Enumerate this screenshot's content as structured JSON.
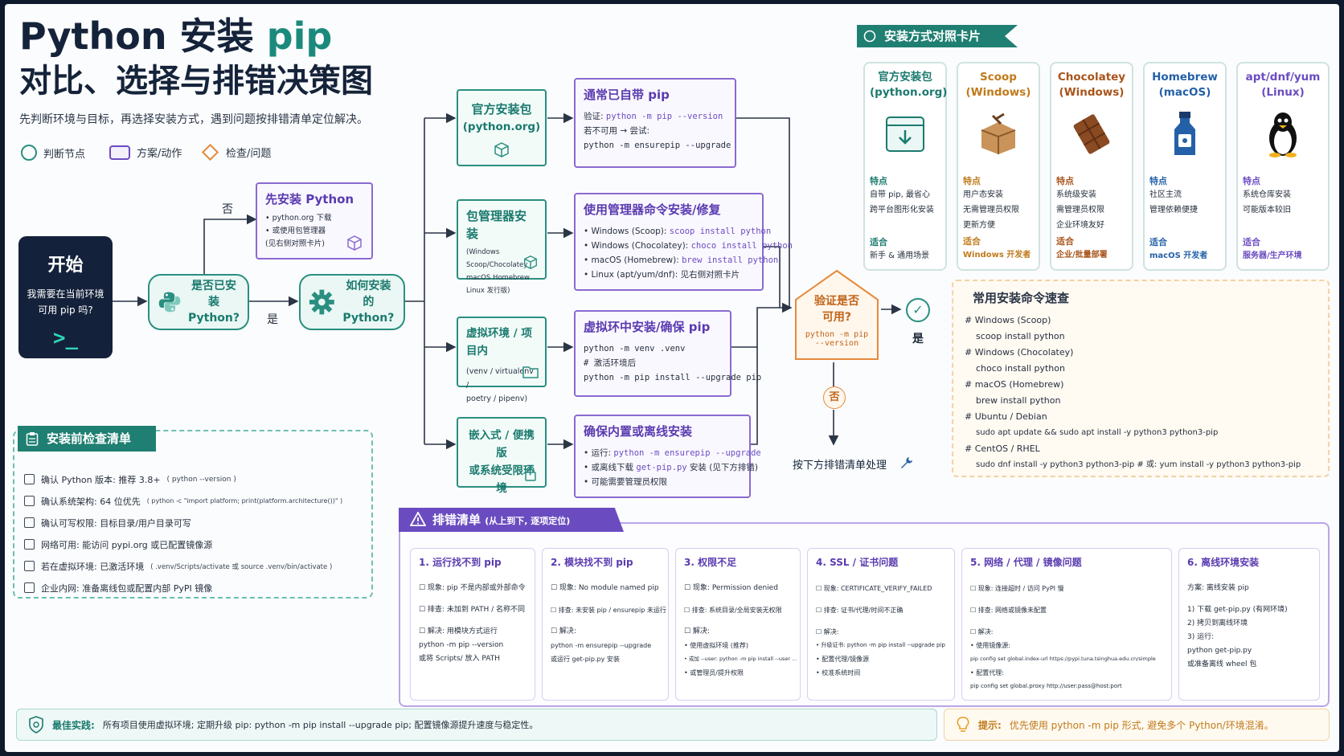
{
  "header": {
    "title_prefix": "Python 安装 ",
    "title_pip": "pip",
    "title_line2": "对比、选择与排错决策图",
    "subtitle": "先判断环境与目标，再选择安装方式，遇到问题按排错清单定位解决。",
    "legend": [
      {
        "icon": "circle-icon",
        "label": "判断节点"
      },
      {
        "icon": "rect-icon",
        "label": "方案/动作"
      },
      {
        "icon": "diamond-icon",
        "label": "检查/问题"
      }
    ]
  },
  "colors": {
    "teal": "#2a8f80",
    "purple": "#6b4cc0",
    "orange": "#e58a3c",
    "navy": "#14213a"
  },
  "flow": {
    "start": {
      "title": "开始",
      "question_l1": "我需要在当前环境",
      "question_l2": "可用 pip 吗?",
      "prompt": ">_"
    },
    "node_installed": {
      "l1": "是否已安装",
      "l2": "Python?"
    },
    "label_no": "否",
    "label_yes": "是",
    "node_how": {
      "l1": "如何安装的",
      "l2": "Python?"
    },
    "first_install": {
      "title": "先安装 Python",
      "items": [
        "• python.org 下载",
        "• 或使用包管理器",
        "(见右侧对照卡片)"
      ]
    },
    "methods": [
      {
        "title_l1": "官方安装包",
        "title_l2": "(python.org)",
        "sub": []
      },
      {
        "title_l1": "包管理器安装",
        "title_l2": "",
        "sub": [
          "(Windows Scoop/Chocolatey",
          "macOS Homebrew",
          "Linux 发行版)"
        ]
      },
      {
        "title_l1": "虚拟环境 / 项目内",
        "title_l2": "",
        "sub": [
          "(venv / virtualenv /",
          "poetry / pipenv)"
        ]
      },
      {
        "title_l1": "嵌入式 / 便携版",
        "title_l2": "或系统受限环境",
        "sub": []
      }
    ],
    "actions": [
      {
        "title": "通常已自带 pip",
        "l1_pre": "验证:  ",
        "l1_code": "python -m pip --version",
        "l2": "若不可用  →  尝试:",
        "l3_code": "python -m ensurepip --upgrade"
      },
      {
        "title": "使用管理器命令安装/修复",
        "rows": [
          {
            "pre": "• Windows (Scoop):  ",
            "code": "scoop install python"
          },
          {
            "pre": "• Windows (Chocolatey):  ",
            "code": "choco install python"
          },
          {
            "pre": "• macOS (Homebrew):  ",
            "code": "brew install python"
          },
          {
            "pre": "• Linux (apt/yum/dnf):  见右侧对照卡片",
            "code": ""
          }
        ]
      },
      {
        "title": "虚拟环中安装/确保 pip",
        "l1_code": "python -m venv .venv",
        "l2_code": "# 激活环境后",
        "l3_code": "python -m pip install --upgrade pip"
      },
      {
        "title": "确保内置或离线安装",
        "rows": [
          {
            "pre": "• 运行:  ",
            "code": "python -m ensurepip --upgrade"
          },
          {
            "pre": "• 或离线下载 ",
            "code": "get-pip.py",
            "post": " 安装 (见下方排错)"
          },
          {
            "pre": "• 可能需要管理员权限",
            "code": ""
          }
        ]
      }
    ],
    "verify": {
      "l1": "验证是否",
      "l2": "可用?",
      "code1": "python -m pip",
      "code2": "--version"
    },
    "verify_yes": "是",
    "verify_no": "否",
    "verify_fail": "按下方排错清单处理"
  },
  "cards": {
    "header": "安装方式对照卡片",
    "feat_label": "特点",
    "fit_label": "适合",
    "items": [
      {
        "name_l1": "官方安装包",
        "name_l2": "(python.org)",
        "icon": "download-icon",
        "feat": [
          "自带 pip, 最省心",
          "跨平台图形化安装"
        ],
        "fit": "新手 & 通用场景",
        "color": "#1b7a6e"
      },
      {
        "name_l1": "Scoop",
        "name_l2": "(Windows)",
        "icon": "scoop-box-icon",
        "feat": [
          "用户态安装",
          "无需管理员权限",
          "更新方便"
        ],
        "fit": "Windows 开发者",
        "color": "#c07a1a"
      },
      {
        "name_l1": "Chocolatey",
        "name_l2": "(Windows)",
        "icon": "chocolate-icon",
        "feat": [
          "系统级安装",
          "需管理员权限",
          "企业环境友好"
        ],
        "fit": "企业/批量部署",
        "color": "#a8541a"
      },
      {
        "name_l1": "Homebrew",
        "name_l2": "(macOS)",
        "icon": "bottle-icon",
        "feat": [
          "社区主流",
          "管理依赖便捷"
        ],
        "fit": "macOS 开发者",
        "color": "#2460a8"
      },
      {
        "name_l1": "apt/dnf/yum",
        "name_l2": "(Linux)",
        "icon": "penguin-icon",
        "feat": [
          "系统仓库安装",
          "可能版本较旧"
        ],
        "fit": "服务器/生产环境",
        "color": "#6b4cc0"
      }
    ]
  },
  "quick": {
    "title": "常用安装命令速查",
    "items": [
      {
        "comment": "#  Windows (Scoop)",
        "cmd": "scoop install python"
      },
      {
        "comment": "#  Windows (Chocolatey)",
        "cmd": "choco install python"
      },
      {
        "comment": "#  macOS (Homebrew)",
        "cmd": "brew install python"
      },
      {
        "comment": "#  Ubuntu / Debian",
        "cmd": "sudo apt update && sudo apt install -y python3 python3-pip"
      },
      {
        "comment": "#  CentOS / RHEL",
        "cmd": "sudo dnf install -y python3 python3-pip    # 或: yum install -y python3 python3-pip"
      }
    ]
  },
  "checklist": {
    "title": "安装前检查清单",
    "items": [
      {
        "text": "确认 Python 版本: 推荐 3.8+  ",
        "note": "( python --version )"
      },
      {
        "text": "确认系统架构: 64 位优先  ",
        "note": "( python -c \"import platform; print(platform.architecture())\" )"
      },
      {
        "text": "确认可写权限: 目标目录/用户目录可写",
        "note": ""
      },
      {
        "text": "网络可用: 能访问 pypi.org 或已配置镜像源",
        "note": ""
      },
      {
        "text": "若在虚拟环境: 已激活环境  ",
        "note": "( .venv/Scripts/activate 或 source .venv/bin/activate )"
      },
      {
        "text": "企业内网: 准备离线包或配置内部 PyPI 镜像",
        "note": ""
      }
    ]
  },
  "trouble": {
    "title": "排错清单",
    "title_note": "(从上到下, 逐项定位)",
    "cards": [
      {
        "title": "1. 运行找不到 pip",
        "lines": [
          "☐ 现象: pip 不是内部或外部命令",
          "",
          "☐ 排查: 未加到 PATH / 名称不同",
          "",
          "☐ 解决: 用模块方式运行",
          "   python -m pip --version",
          "   或将 Scripts/ 放入 PATH"
        ]
      },
      {
        "title": "2. 模块找不到 pip",
        "lines": [
          "☐ 现象: No module named pip",
          "",
          "☐ 排查: 未安装 pip / ensurepip 未运行",
          "",
          "☐ 解决:",
          "   python -m ensurepip --upgrade",
          "   或运行 get-pip.py 安装"
        ]
      },
      {
        "title": "3. 权限不足",
        "lines": [
          "☐ 现象: Permission denied",
          "",
          "☐ 排查: 系统目录/全局安装无权限",
          "",
          "☐ 解决:",
          "• 使用虚拟环境 (推荐)",
          "• 或加 --user: python -m pip install --user ...",
          "• 或管理员/提升权限"
        ]
      },
      {
        "title": "4. SSL / 证书问题",
        "lines": [
          "☐ 现象: CERTIFICATE_VERIFY_FAILED",
          "",
          "☐ 排查: 证书/代理/时间不正确",
          "",
          "☐ 解决:",
          "• 升级证书: python -m pip install --upgrade pip",
          "• 配置代理/镜像源",
          "• 校准系统时间"
        ]
      },
      {
        "title": "5. 网络 / 代理 / 镜像问题",
        "lines": [
          "☐ 现象: 连接超时 / 访问 PyPI 慢",
          "",
          "☐ 排查: 网络或镜像未配置",
          "",
          "☐ 解决:",
          "• 使用镜像源:",
          "   pip config set global.index-url https://pypi.tuna.tsinghua.edu.cn/simple",
          "• 配置代理:",
          "   pip config set global.proxy http://user:pass@host:port"
        ]
      },
      {
        "title": "6. 离线环境安装",
        "lines": [
          "方案: 离线安装 pip",
          "",
          "1) 下载 get-pip.py (有网环境)",
          "2) 拷贝到离线环境",
          "3) 运行:",
          "   python get-pip.py",
          "   或准备离线 wheel 包"
        ]
      }
    ]
  },
  "footer": {
    "best_label": "最佳实践:",
    "best_text": "所有项目使用虚拟环境; 定期升级 pip: python -m pip install --upgrade pip; 配置镜像源提升速度与稳定性。",
    "tip_label": "提示:",
    "tip_text": "优先使用 python -m pip 形式, 避免多个 Python/环境混淆。"
  }
}
